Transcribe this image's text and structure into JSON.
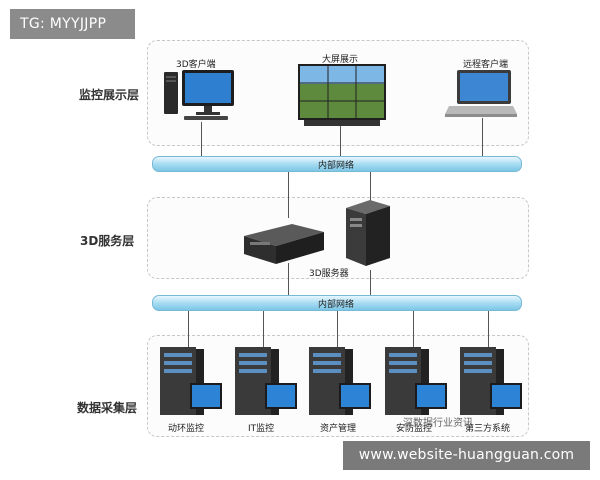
{
  "badge": {
    "tg": "TG: MYYJJPP",
    "url": "www.website-huangguan.com"
  },
  "layers": {
    "display": "监控展示层",
    "service": "3D服务层",
    "collect": "数据采集层"
  },
  "devices": {
    "client3d": "3D客户端",
    "bigscreen": "大屏展示",
    "remote": "远程客户端",
    "server3d": "3D服务器"
  },
  "networks": {
    "top": "内部网络",
    "bottom": "内部网络"
  },
  "collectors": [
    "动环监控",
    "IT监控",
    "资产管理",
    "安防监控",
    "第三方系统"
  ],
  "watermark": "深数据行业资讯"
}
